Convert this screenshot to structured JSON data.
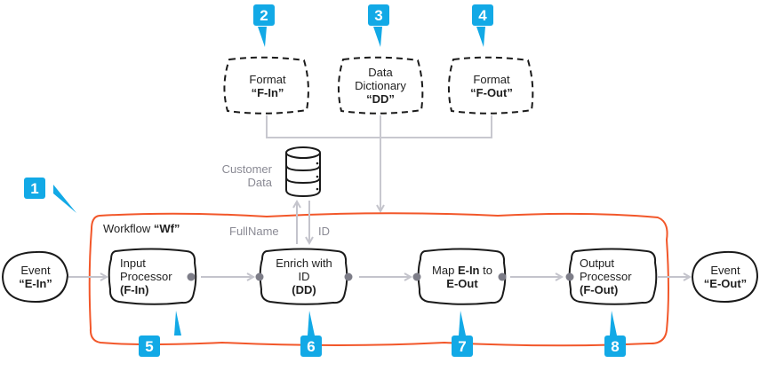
{
  "diagram": {
    "colors": {
      "badge": "#12a9e6",
      "workflow_border": "#f2572a",
      "connector": "#c4c4cc",
      "port": "#7d7d88",
      "node_border": "#1a1a1a"
    },
    "resources": [
      {
        "id": "F-In",
        "line1": "Format",
        "line2": "“F-In”",
        "badge": "2"
      },
      {
        "id": "DD",
        "line1": "Data",
        "line2": "Dictionary",
        "line3": "“DD”",
        "badge": "3"
      },
      {
        "id": "F-Out",
        "line1": "Format",
        "line2": "“F-Out”",
        "badge": "4"
      }
    ],
    "datastore": {
      "line1": "Customer",
      "line2": "Data",
      "icon": "database-icon"
    },
    "flows": {
      "up": "FullName",
      "down": "ID"
    },
    "workflow": {
      "prefix": "Workflow ",
      "name": "“Wf”",
      "badge": "1"
    },
    "events": [
      {
        "line1": "Event",
        "line2": "“E-In”"
      },
      {
        "line1": "Event",
        "line2": "“E-Out”"
      }
    ],
    "nodes": [
      {
        "line1": "Input",
        "line2": "Processor",
        "line3": "(F-In)",
        "badge": "5"
      },
      {
        "line1": "Enrich with",
        "line2": "ID",
        "line3": "(DD)",
        "badge": "6"
      },
      {
        "line1a": "Map ",
        "line1b": "E-In",
        "line1c": " to",
        "line2": "E-Out",
        "badge": "7"
      },
      {
        "line1": "Output",
        "line2": "Processor",
        "line3": "(F-Out)",
        "badge": "8"
      }
    ]
  }
}
